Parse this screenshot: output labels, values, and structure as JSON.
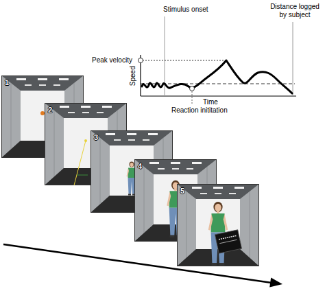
{
  "diagram": {
    "nodes": [
      {
        "text": [
          "1"
        ]
      },
      {
        "text": [
          "2"
        ]
      },
      {
        "text": [
          "3"
        ]
      },
      {
        "text": [
          "4"
        ]
      },
      {
        "text": [
          "5"
        ]
      }
    ],
    "labels": [
      "Peak velocity",
      "Stimulus onset",
      "Distance logged by subject",
      "Speed",
      "Time",
      "Reaction inititation"
    ]
  }
}
